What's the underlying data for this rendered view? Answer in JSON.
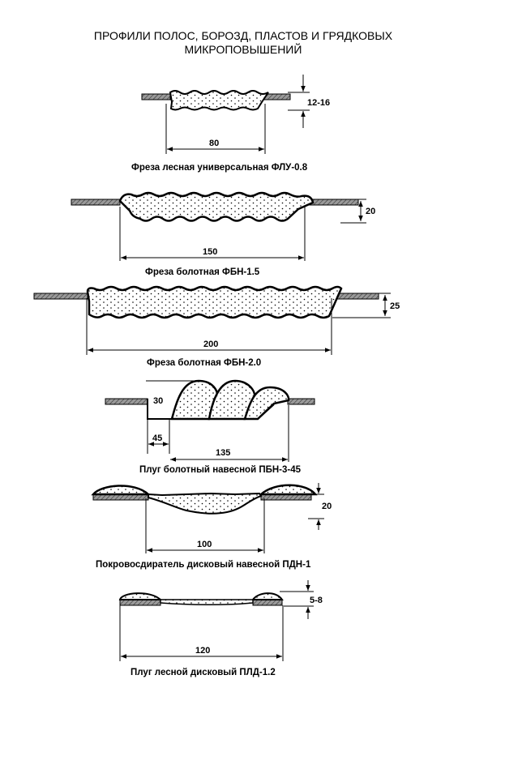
{
  "title": {
    "line1": "ПРОФИЛИ ПОЛОС, БОРОЗД, ПЛАСТОВ И ГРЯДКОВЫХ",
    "line2": "МИКРОПОВЫШЕНИЙ"
  },
  "profiles": [
    {
      "caption": "Фреза лесная универсальная ФЛУ-0.8",
      "width_label": "80",
      "depth_label": "12-16"
    },
    {
      "caption": "Фреза болотная ФБН-1.5",
      "width_label": "150",
      "depth_label": "20"
    },
    {
      "caption": "Фреза болотная ФБН-2.0",
      "width_label": "200",
      "depth_label": "25"
    },
    {
      "caption": "Плуг болотный навесной ПБН-3-45",
      "width_label": "135",
      "offset_label": "45",
      "height_label": "30"
    },
    {
      "caption": "Покровосдиратель дисковый навесной ПДН-1",
      "width_label": "100",
      "depth_label": "20"
    },
    {
      "caption": "Плуг лесной дисковый ПЛД-1.2",
      "width_label": "120",
      "depth_label": "5-8"
    }
  ]
}
